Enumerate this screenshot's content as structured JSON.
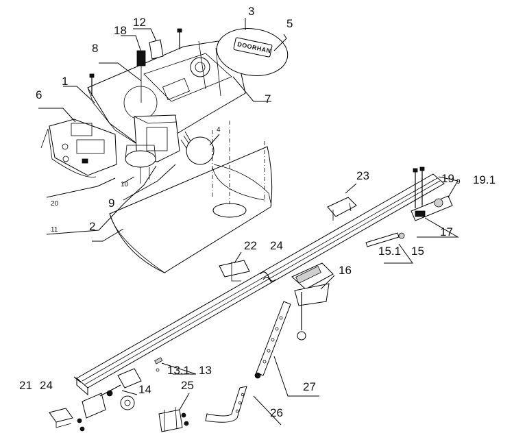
{
  "brand_logo_text": "DOORHAN",
  "callouts": {
    "c1": "1",
    "c2": "2",
    "c3": "3",
    "c4": "4",
    "c5": "5",
    "c6": "6",
    "c7": "7",
    "c8": "8",
    "c9": "9",
    "c9s": "9",
    "c10": "10",
    "c11": "11",
    "c12": "12",
    "c13": "13",
    "c13_1": "13.1",
    "c14": "14",
    "c15": "15",
    "c15_1": "15.1",
    "c16": "16",
    "c17": "17",
    "c18": "18",
    "c19": "19",
    "c19_1": "19.1",
    "c20": "20",
    "c21": "21",
    "c22": "22",
    "c23": "23",
    "c24a": "24",
    "c24b": "24",
    "c25": "25",
    "c26": "26",
    "c27": "27"
  }
}
